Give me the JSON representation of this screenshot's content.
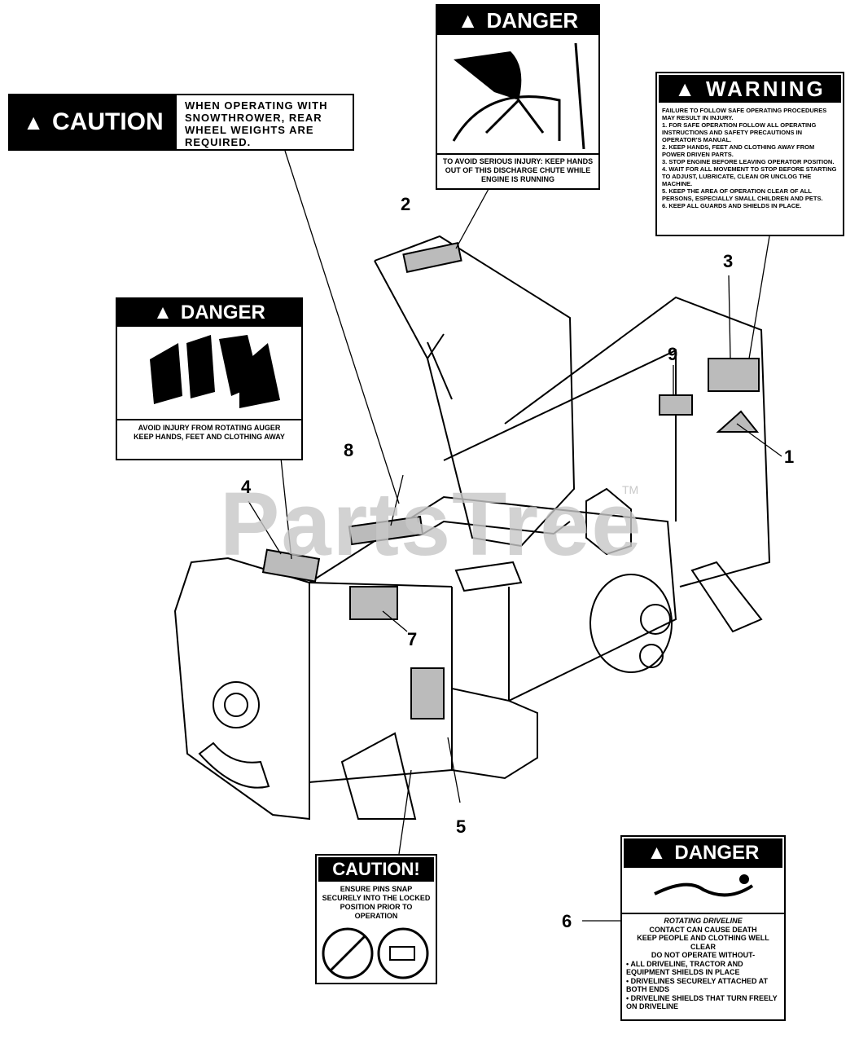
{
  "watermark": {
    "text": "PartsTree",
    "tm": "TM"
  },
  "callouts": [
    "1",
    "2",
    "3",
    "4",
    "5",
    "6",
    "7",
    "8",
    "9"
  ],
  "caution_wheel": {
    "header": "CAUTION",
    "text": "WHEN OPERATING WITH SNOWTHROWER, REAR WHEEL WEIGHTS ARE REQUIRED."
  },
  "danger_chute": {
    "header": "DANGER",
    "text": "TO AVOID SERIOUS INJURY: KEEP HANDS OUT OF THIS DISCHARGE CHUTE WHILE ENGINE IS RUNNING"
  },
  "warning": {
    "header": "WARNING",
    "intro": "FAILURE TO FOLLOW SAFE OPERATING PROCEDURES MAY RESULT IN INJURY.",
    "items": [
      "1. FOR SAFE OPERATION FOLLOW ALL OPERATING INSTRUCTIONS AND SAFETY PRECAUTIONS IN OPERATOR'S MANUAL.",
      "2. KEEP HANDS, FEET AND CLOTHING AWAY FROM POWER DRIVEN PARTS.",
      "3. STOP ENGINE BEFORE LEAVING OPERATOR POSITION.",
      "4. WAIT FOR ALL MOVEMENT TO STOP BEFORE STARTING TO ADJUST, LUBRICATE, CLEAN OR UNCLOG THE MACHINE.",
      "5. KEEP THE AREA OF OPERATION CLEAR OF ALL PERSONS, ESPECIALLY SMALL CHILDREN AND PETS.",
      "6. KEEP ALL GUARDS AND SHIELDS IN PLACE."
    ]
  },
  "danger_auger": {
    "header": "DANGER",
    "line1": "AVOID INJURY FROM ROTATING AUGER",
    "line2": "KEEP HANDS, FEET AND CLOTHING AWAY"
  },
  "caution_pins": {
    "header": "CAUTION!",
    "text": "ENSURE PINS SNAP SECURELY INTO THE LOCKED POSITION PRIOR TO OPERATION"
  },
  "danger_driveline": {
    "header": "DANGER",
    "title": "ROTATING DRIVELINE",
    "line1": "CONTACT CAN CAUSE DEATH",
    "line2": "KEEP PEOPLE AND CLOTHING WELL CLEAR",
    "line3": "DO NOT OPERATE WITHOUT-",
    "items": [
      "• ALL DRIVELINE, TRACTOR AND EQUIPMENT SHIELDS IN PLACE",
      "• DRIVELINES SECURELY ATTACHED AT BOTH ENDS",
      "• DRIVELINE SHIELDS THAT TURN FREELY ON DRIVELINE"
    ]
  }
}
